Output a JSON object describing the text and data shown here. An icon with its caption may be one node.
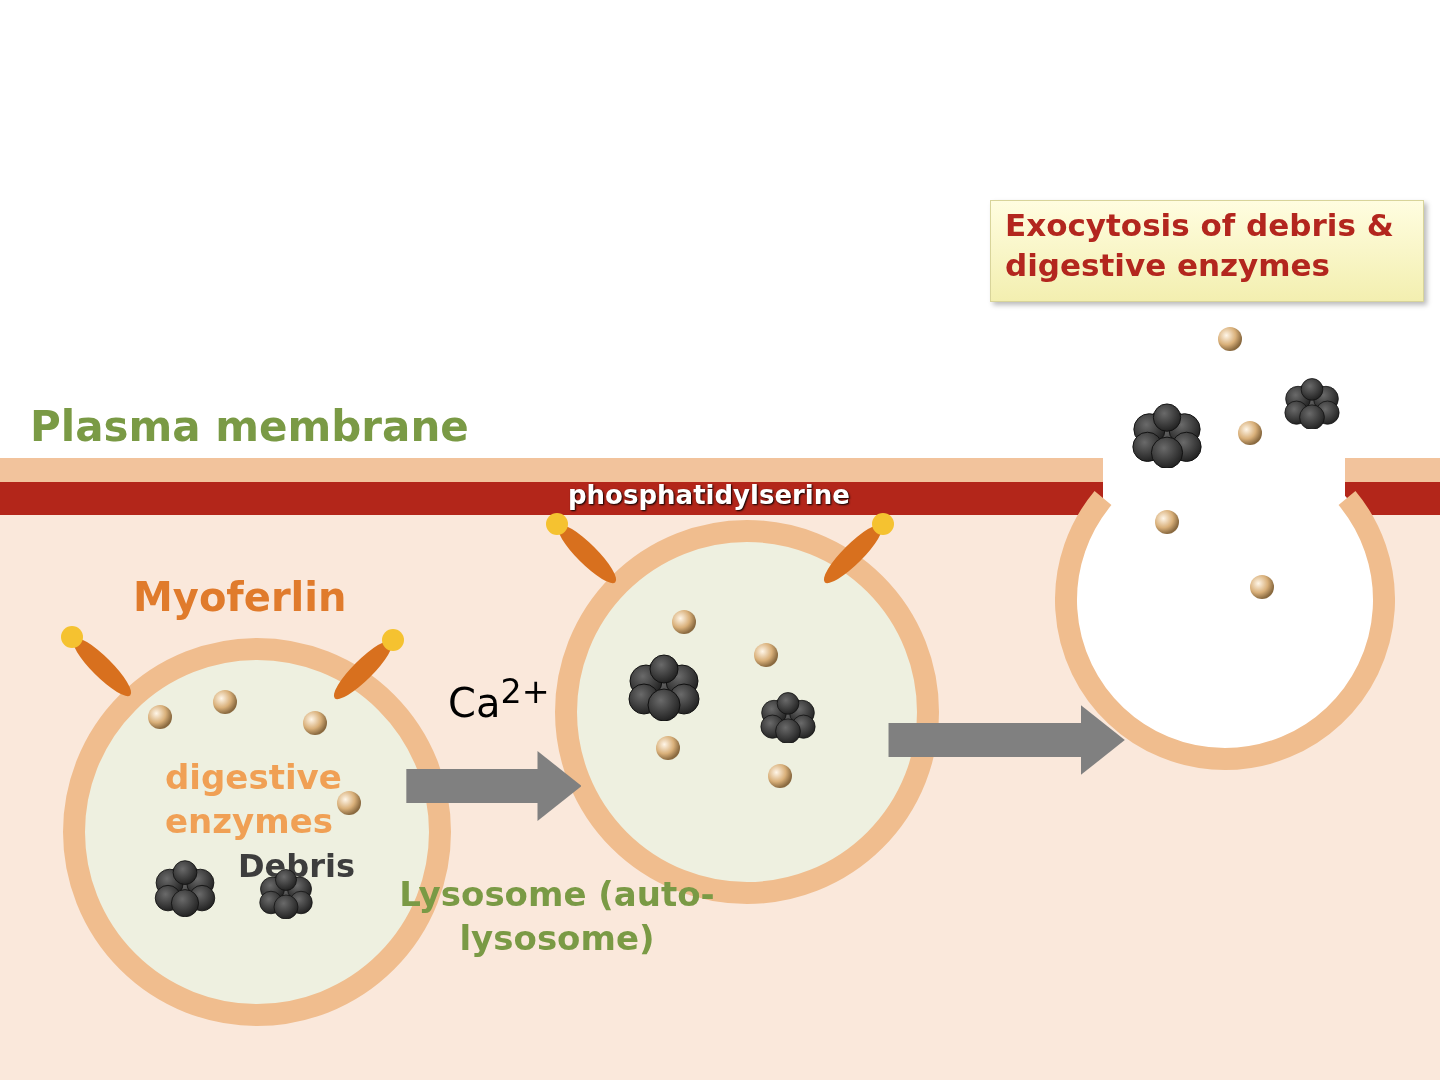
{
  "diagram": {
    "nodes": [
      {
        "text": [
          "digestive enzymes",
          "Debris"
        ],
        "beside": [
          "Lysosome (auto-lysosome)"
        ]
      },
      {
        "text": [],
        "shape": "circle"
      },
      {
        "text": [],
        "shape": "circle"
      },
      {
        "text": [
          "Exocytosis of debris & digestive enzymes"
        ]
      }
    ],
    "edges": [
      {
        "from": 0,
        "to": 1,
        "arrow": "to",
        "label": "Ca$^{2+}$"
      },
      {
        "from": 1,
        "to": 2,
        "arrow": "to"
      }
    ],
    "labels": [
      "Plasma membrane",
      "Myoferlin",
      "phosphatidylserine"
    ]
  }
}
